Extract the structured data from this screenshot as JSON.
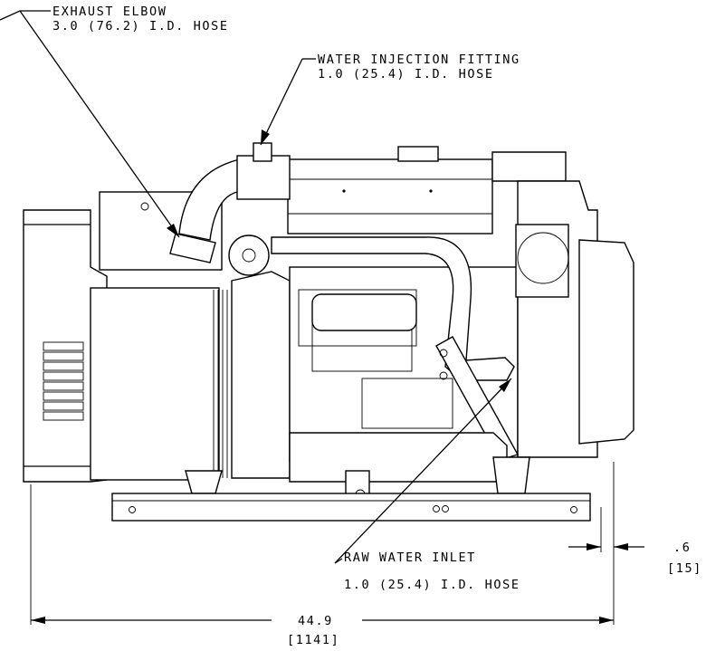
{
  "callouts": {
    "exhaust_elbow": {
      "line1": "EXHAUST ELBOW",
      "line2": "3.0 (76.2) I.D. HOSE"
    },
    "water_injection": {
      "line1": "WATER INJECTION FITTING",
      "line2": "1.0 (25.4) I.D. HOSE"
    },
    "raw_water_inlet": {
      "line1": "RAW WATER INLET",
      "line2": "1.0 (25.4) I.D. HOSE"
    }
  },
  "dimensions": {
    "overall_length": {
      "value": "44.9",
      "metric": "[1141]"
    },
    "offset": {
      "value": ".6",
      "metric": "[15]"
    }
  }
}
